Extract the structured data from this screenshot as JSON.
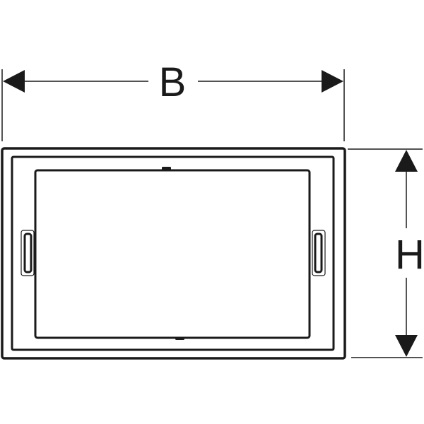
{
  "drawing": {
    "type": "dimension drawing",
    "stroke_color": "#1a1a1a",
    "background": "#ffffff",
    "dimensions": {
      "width_label": "B",
      "height_label": "H"
    }
  }
}
